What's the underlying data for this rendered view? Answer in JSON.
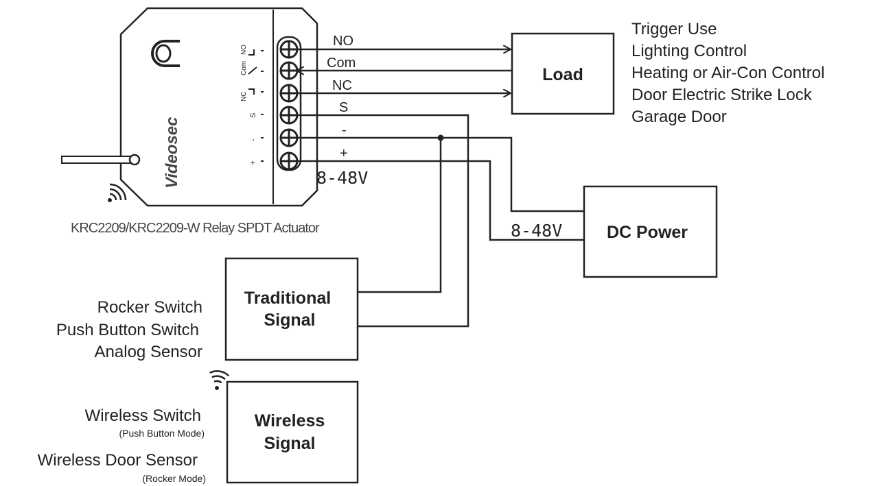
{
  "device": {
    "brand": "Videosec",
    "caption": "KRC2209/KRC2209-W Relay SPDT Actuator",
    "terminal_marks": [
      "NO",
      "Com",
      "NC",
      "S",
      "-",
      "+"
    ]
  },
  "wires": {
    "no": "NO",
    "com": "Com",
    "nc": "NC",
    "s": "S",
    "minus": "-",
    "plus": "+",
    "voltage_device": "8-48V",
    "voltage_power": "8-48V"
  },
  "load": {
    "label": "Load",
    "uses": [
      "Trigger Use",
      "Lighting Control",
      "Heating or Air-Con Control",
      "Door Electric Strike Lock",
      "Garage Door"
    ]
  },
  "dc_power": {
    "label": "DC Power"
  },
  "traditional": {
    "line1": "Traditional",
    "line2": "Signal",
    "items": [
      "Rocker Switch",
      "Push Button Switch",
      "Analog Sensor"
    ]
  },
  "wireless": {
    "line1": "Wireless",
    "line2": "Signal",
    "switch": "Wireless Switch",
    "switch_mode": "(Push Button Mode)",
    "door": "Wireless Door Sensor",
    "door_mode": "(Rocker Mode)"
  },
  "icons": [
    "wifi-icon",
    "screw-terminal-icon",
    "arrow-icon"
  ]
}
